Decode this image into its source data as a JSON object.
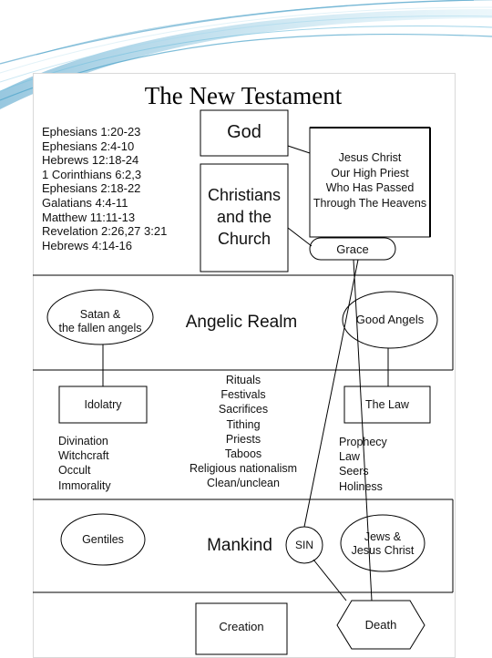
{
  "title": "The New Testament",
  "references": [
    "Ephesians 1:20-23",
    "Ephesians 2:4-10",
    "Hebrews 12:18-24",
    "1 Corinthians 6:2,3",
    "Ephesians 2:18-22",
    "Galatians 4:4-11",
    "Matthew 11:11-13",
    "Revelation 2:26,27 3:21",
    "Hebrews 4:14-16"
  ],
  "god": "God",
  "jesus": [
    "Jesus Christ",
    "Our High Priest",
    "Who Has Passed",
    "Through The Heavens"
  ],
  "church": [
    "Christians",
    "and the",
    "Church"
  ],
  "grace": "Grace",
  "satan": [
    "Satan &",
    "the fallen angels"
  ],
  "angelic_realm": "Angelic Realm",
  "good_angels": "Good Angels",
  "idolatry": "Idolatry",
  "idolatry_items": [
    "Divination",
    "Witchcraft",
    "Occult",
    "Immorality"
  ],
  "religion_items": [
    "Rituals",
    "Festivals",
    "Sacrifices",
    "Tithing",
    "Priests",
    "Taboos",
    "Religious nationalism",
    "Clean/unclean"
  ],
  "the_law": "The Law",
  "law_items": [
    "Prophecy",
    "Law",
    "Seers",
    "Holiness"
  ],
  "gentiles": "Gentiles",
  "mankind": "Mankind",
  "sin": "SIN",
  "jews": [
    "Jews &",
    "Jesus Christ"
  ],
  "creation": "Creation",
  "death": "Death",
  "colors": {
    "accent": "#4aa3c9",
    "line": "#000000"
  }
}
